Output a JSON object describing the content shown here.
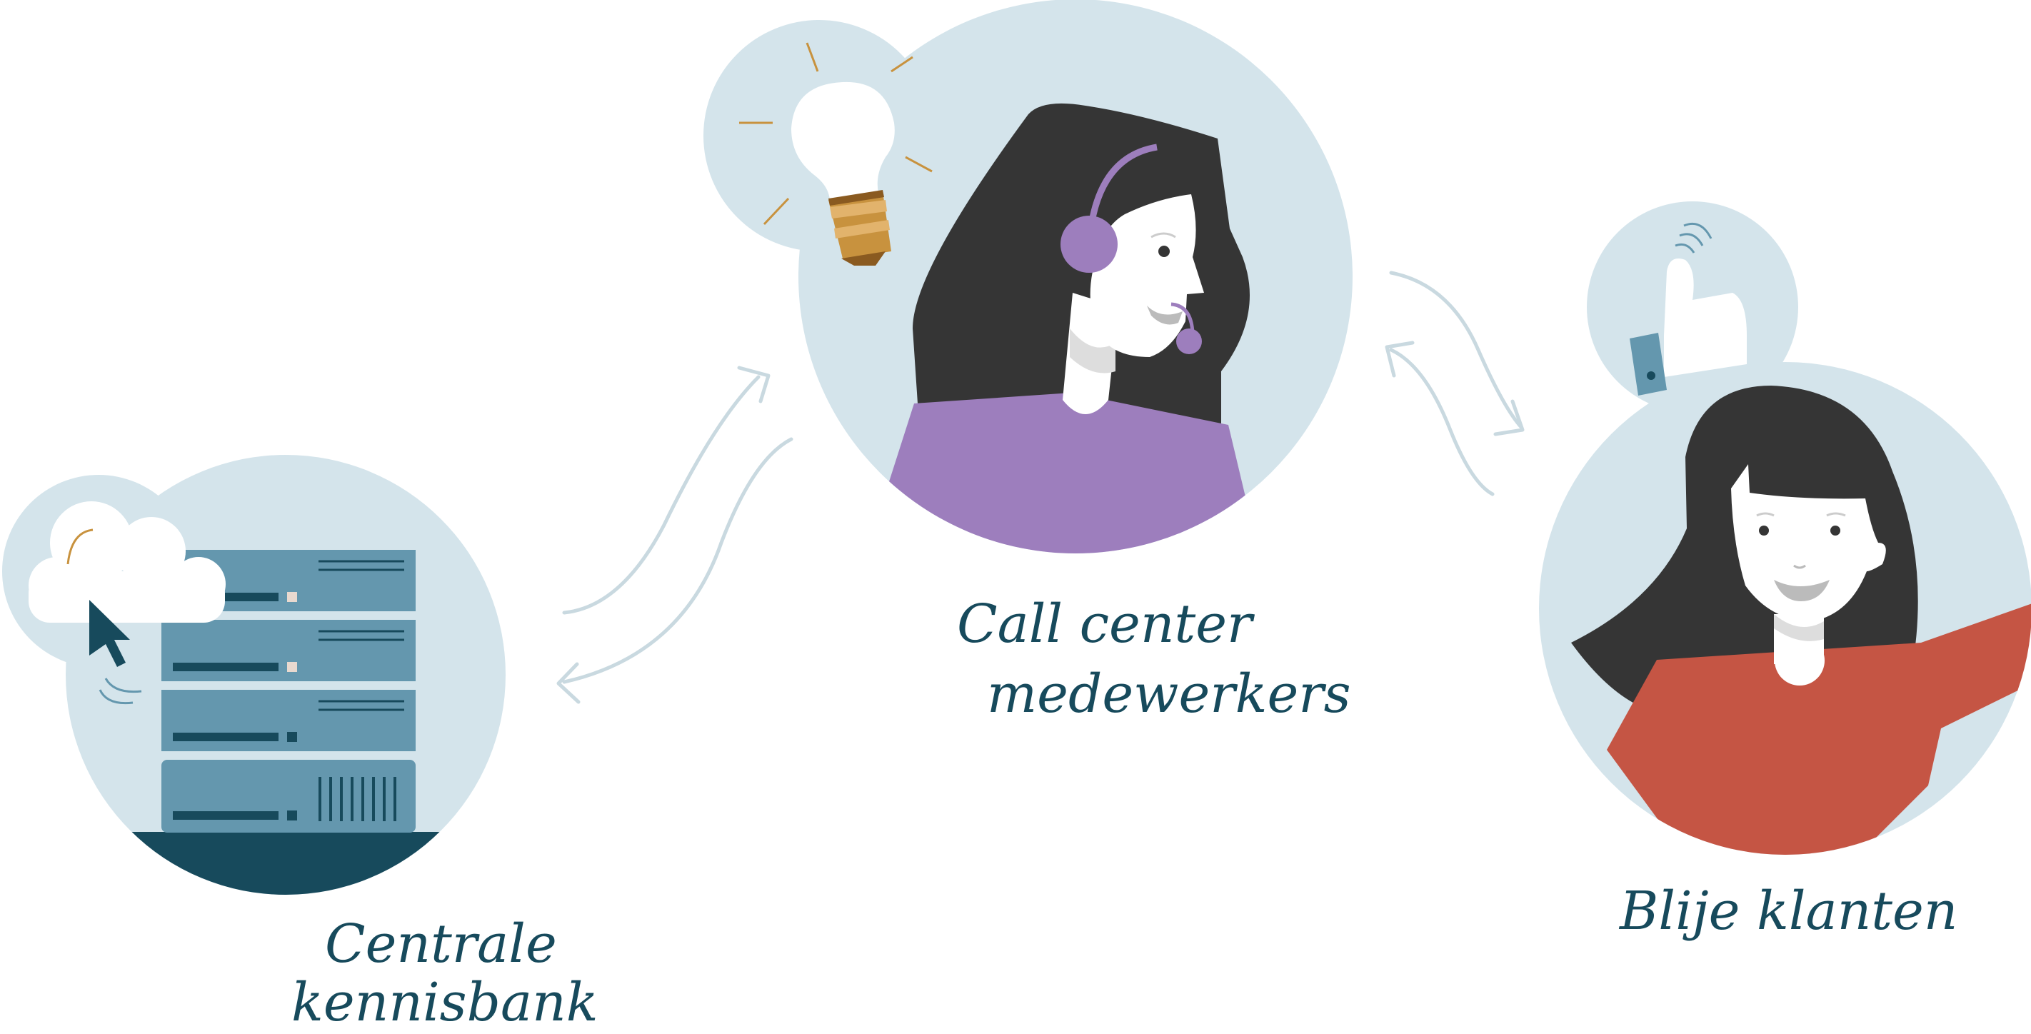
{
  "nodes": {
    "knowledge_base": {
      "line1": "Centrale",
      "line2": "kennisbank"
    },
    "call_center": {
      "line1": "Call center",
      "line2": "medewerkers"
    },
    "customers": {
      "label": "Blije klanten"
    }
  },
  "colors": {
    "circle_bg": "#d4e4eb",
    "navy": "#174a5c",
    "server_blue": "#6497ae",
    "hair": "#353535",
    "purple": "#9d7ebd",
    "red": "#c55544",
    "skin": "#ffffff",
    "bulb_gold": "#c8923e",
    "arrow": "#c9d9e0"
  },
  "icons": [
    "cloud-icon",
    "cursor-icon",
    "lightbulb-icon",
    "thumbs-up-icon",
    "headset-icon"
  ]
}
